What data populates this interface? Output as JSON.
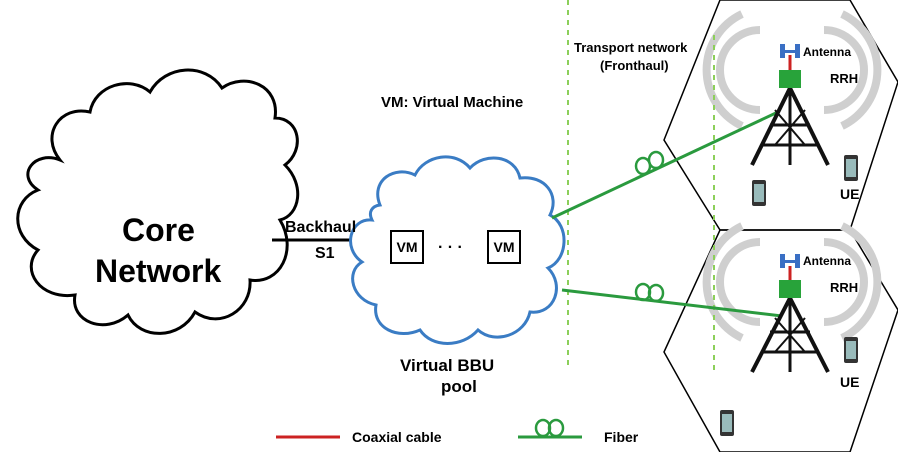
{
  "core": {
    "line1": "Core",
    "line2": "Network"
  },
  "backhaul": {
    "label": "Backhaul",
    "interface": "S1"
  },
  "vm_legend": "VM: Virtual Machine",
  "bbu": {
    "vm_left": "VM",
    "vm_right": "VM",
    "ellipsis": "· · ·",
    "label_line1": "Virtual BBU",
    "label_line2": "pool"
  },
  "transport": {
    "line1": "Transport network",
    "line2": "(Fronthaul)"
  },
  "cells": [
    {
      "antenna": "Antenna",
      "rrh": "RRH",
      "ue": "UE"
    },
    {
      "antenna": "Antenna",
      "rrh": "RRH",
      "ue": "UE"
    }
  ],
  "legend": {
    "coax": "Coaxial cable",
    "fiber": "Fiber"
  },
  "colors": {
    "bbu_outline": "#3a7cc4",
    "fiber": "#2a9a3e",
    "rrh": "#28a33a",
    "coax": "#cc2222",
    "dashed": "#8ccf5a",
    "wave": "#c8c8c8",
    "antenna": "#3a6fc4"
  },
  "icons": [
    "cloud-shape",
    "cell-tower-icon",
    "antenna-icon",
    "phone-icon",
    "fiber-coil-icon"
  ]
}
